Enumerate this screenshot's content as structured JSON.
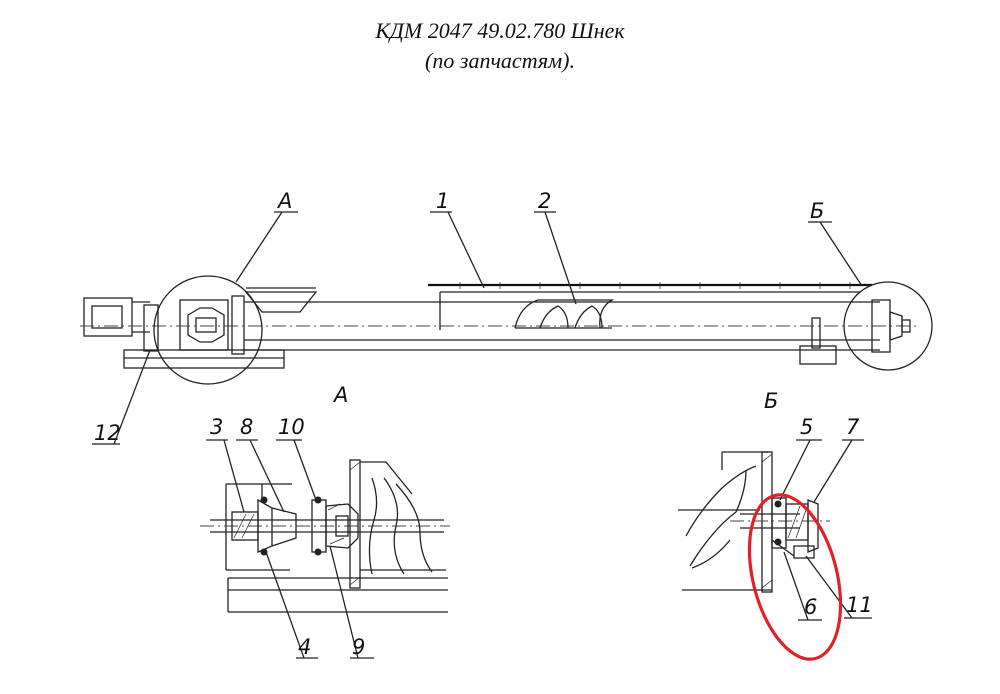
{
  "title": {
    "line1": "КДМ 2047 49.02.780 Шнек",
    "line2": "(по запчастям)."
  },
  "callouts": {
    "A_main": "А",
    "B_main": "Б",
    "p1": "1",
    "p2": "2",
    "p12": "12",
    "A_detail": "А",
    "B_detail": "Б",
    "p3": "3",
    "p8": "8",
    "p10": "10",
    "p4": "4",
    "p9": "9",
    "p5": "5",
    "p7": "7",
    "p6": "6",
    "p11": "11"
  },
  "colors": {
    "line": "#222222",
    "highlight": "#e0202a",
    "background": "#ffffff"
  }
}
